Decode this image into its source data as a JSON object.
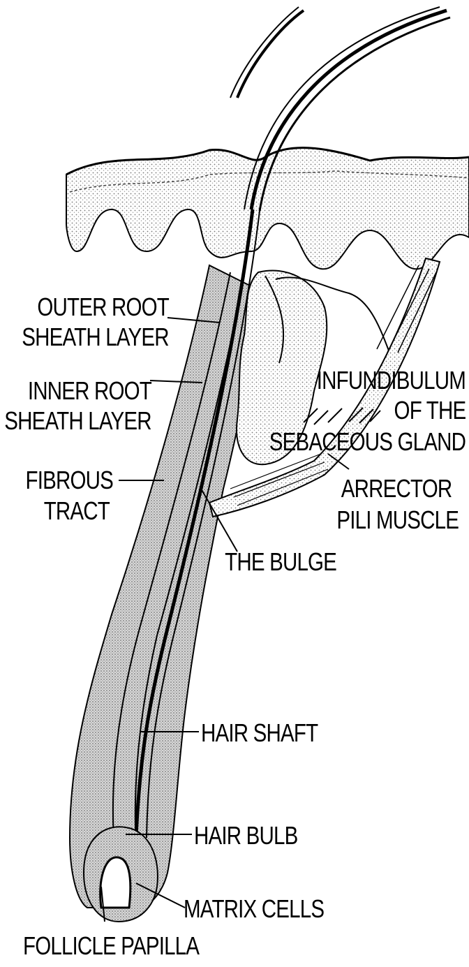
{
  "labels": {
    "outer_root_1": "OUTER ROOT",
    "outer_root_2": "SHEATH LAYER",
    "inner_root_1": "INNER ROOT",
    "inner_root_2": "SHEATH LAYER",
    "fibrous_1": "FIBROUS",
    "fibrous_2": "TRACT",
    "infund_1": "INFUNDIBULUM",
    "infund_2": "OF THE",
    "infund_3": "SEBACEOUS GLAND",
    "arrector_1": "ARRECTOR",
    "arrector_2": "PILI MUSCLE",
    "bulge": "THE BULGE",
    "hair_shaft": "HAIR SHAFT",
    "hair_bulb": "HAIR BULB",
    "matrix": "MATRIX CELLS",
    "papilla": "FOLLICLE PAPILLA"
  },
  "colors": {
    "ink": "#000000",
    "stipple": "#bdbdbd",
    "paper": "#ffffff"
  }
}
